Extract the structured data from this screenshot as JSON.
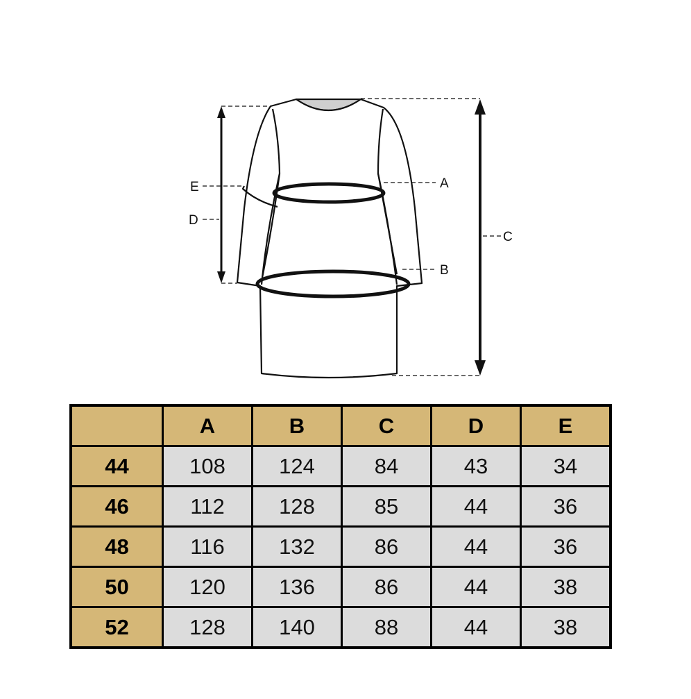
{
  "diagram": {
    "labels": {
      "A": "A",
      "B": "B",
      "C": "C",
      "D": "D",
      "E": "E"
    }
  },
  "table": {
    "columns": [
      "",
      "A",
      "B",
      "C",
      "D",
      "E"
    ],
    "rows": [
      {
        "size": "44",
        "values": [
          "108",
          "124",
          "84",
          "43",
          "34"
        ]
      },
      {
        "size": "46",
        "values": [
          "112",
          "128",
          "85",
          "44",
          "36"
        ]
      },
      {
        "size": "48",
        "values": [
          "116",
          "132",
          "86",
          "44",
          "36"
        ]
      },
      {
        "size": "50",
        "values": [
          "120",
          "136",
          "86",
          "44",
          "38"
        ]
      },
      {
        "size": "52",
        "values": [
          "128",
          "140",
          "88",
          "44",
          "38"
        ]
      }
    ]
  },
  "colors": {
    "header": "#d5b777",
    "cell": "#dcdcdc",
    "border": "#000000"
  }
}
